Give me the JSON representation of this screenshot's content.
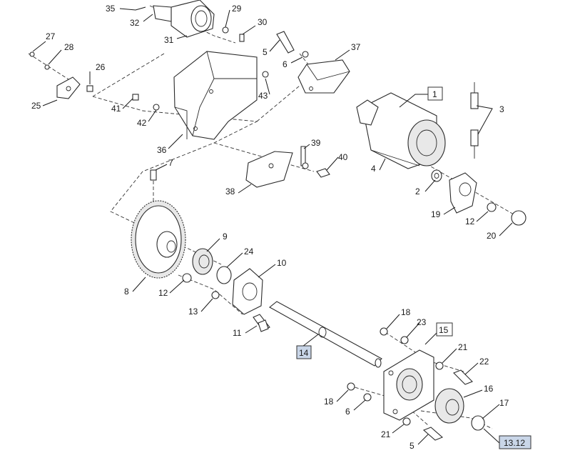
{
  "callouts": [
    {
      "id": "c35",
      "text": "35"
    },
    {
      "id": "c32",
      "text": "32"
    },
    {
      "id": "c31",
      "text": "31"
    },
    {
      "id": "c29",
      "text": "29"
    },
    {
      "id": "c30",
      "text": "30"
    },
    {
      "id": "c27",
      "text": "27"
    },
    {
      "id": "c28",
      "text": "28"
    },
    {
      "id": "c26",
      "text": "26"
    },
    {
      "id": "c25",
      "text": "25"
    },
    {
      "id": "c5a",
      "text": "5"
    },
    {
      "id": "c6a",
      "text": "6"
    },
    {
      "id": "c37",
      "text": "37"
    },
    {
      "id": "c43",
      "text": "43"
    },
    {
      "id": "c41",
      "text": "41"
    },
    {
      "id": "c42",
      "text": "42"
    },
    {
      "id": "c36",
      "text": "36"
    },
    {
      "id": "c3",
      "text": "3"
    },
    {
      "id": "c4",
      "text": "4"
    },
    {
      "id": "c39",
      "text": "39"
    },
    {
      "id": "c40",
      "text": "40"
    },
    {
      "id": "c7",
      "text": "7"
    },
    {
      "id": "c38",
      "text": "38"
    },
    {
      "id": "c2",
      "text": "2"
    },
    {
      "id": "c19",
      "text": "19"
    },
    {
      "id": "c12a",
      "text": "12"
    },
    {
      "id": "c20",
      "text": "20"
    },
    {
      "id": "c9",
      "text": "9"
    },
    {
      "id": "c24",
      "text": "24"
    },
    {
      "id": "c10",
      "text": "10"
    },
    {
      "id": "c8",
      "text": "8"
    },
    {
      "id": "c12b",
      "text": "12"
    },
    {
      "id": "c13",
      "text": "13"
    },
    {
      "id": "c11",
      "text": "11"
    },
    {
      "id": "c18a",
      "text": "18"
    },
    {
      "id": "c23",
      "text": "23"
    },
    {
      "id": "c21a",
      "text": "21"
    },
    {
      "id": "c22",
      "text": "22"
    },
    {
      "id": "c16",
      "text": "16"
    },
    {
      "id": "c17",
      "text": "17"
    },
    {
      "id": "c18b",
      "text": "18"
    },
    {
      "id": "c6b",
      "text": "6"
    },
    {
      "id": "c21b",
      "text": "21"
    },
    {
      "id": "c5b",
      "text": "5"
    }
  ],
  "boxed": {
    "b1": "1",
    "b15": "15",
    "b14": "14",
    "b1312": "13.12"
  },
  "colors": {
    "line": "#2a2a2a",
    "highlight_box": "#c9d6e8",
    "box_border": "#333333"
  }
}
